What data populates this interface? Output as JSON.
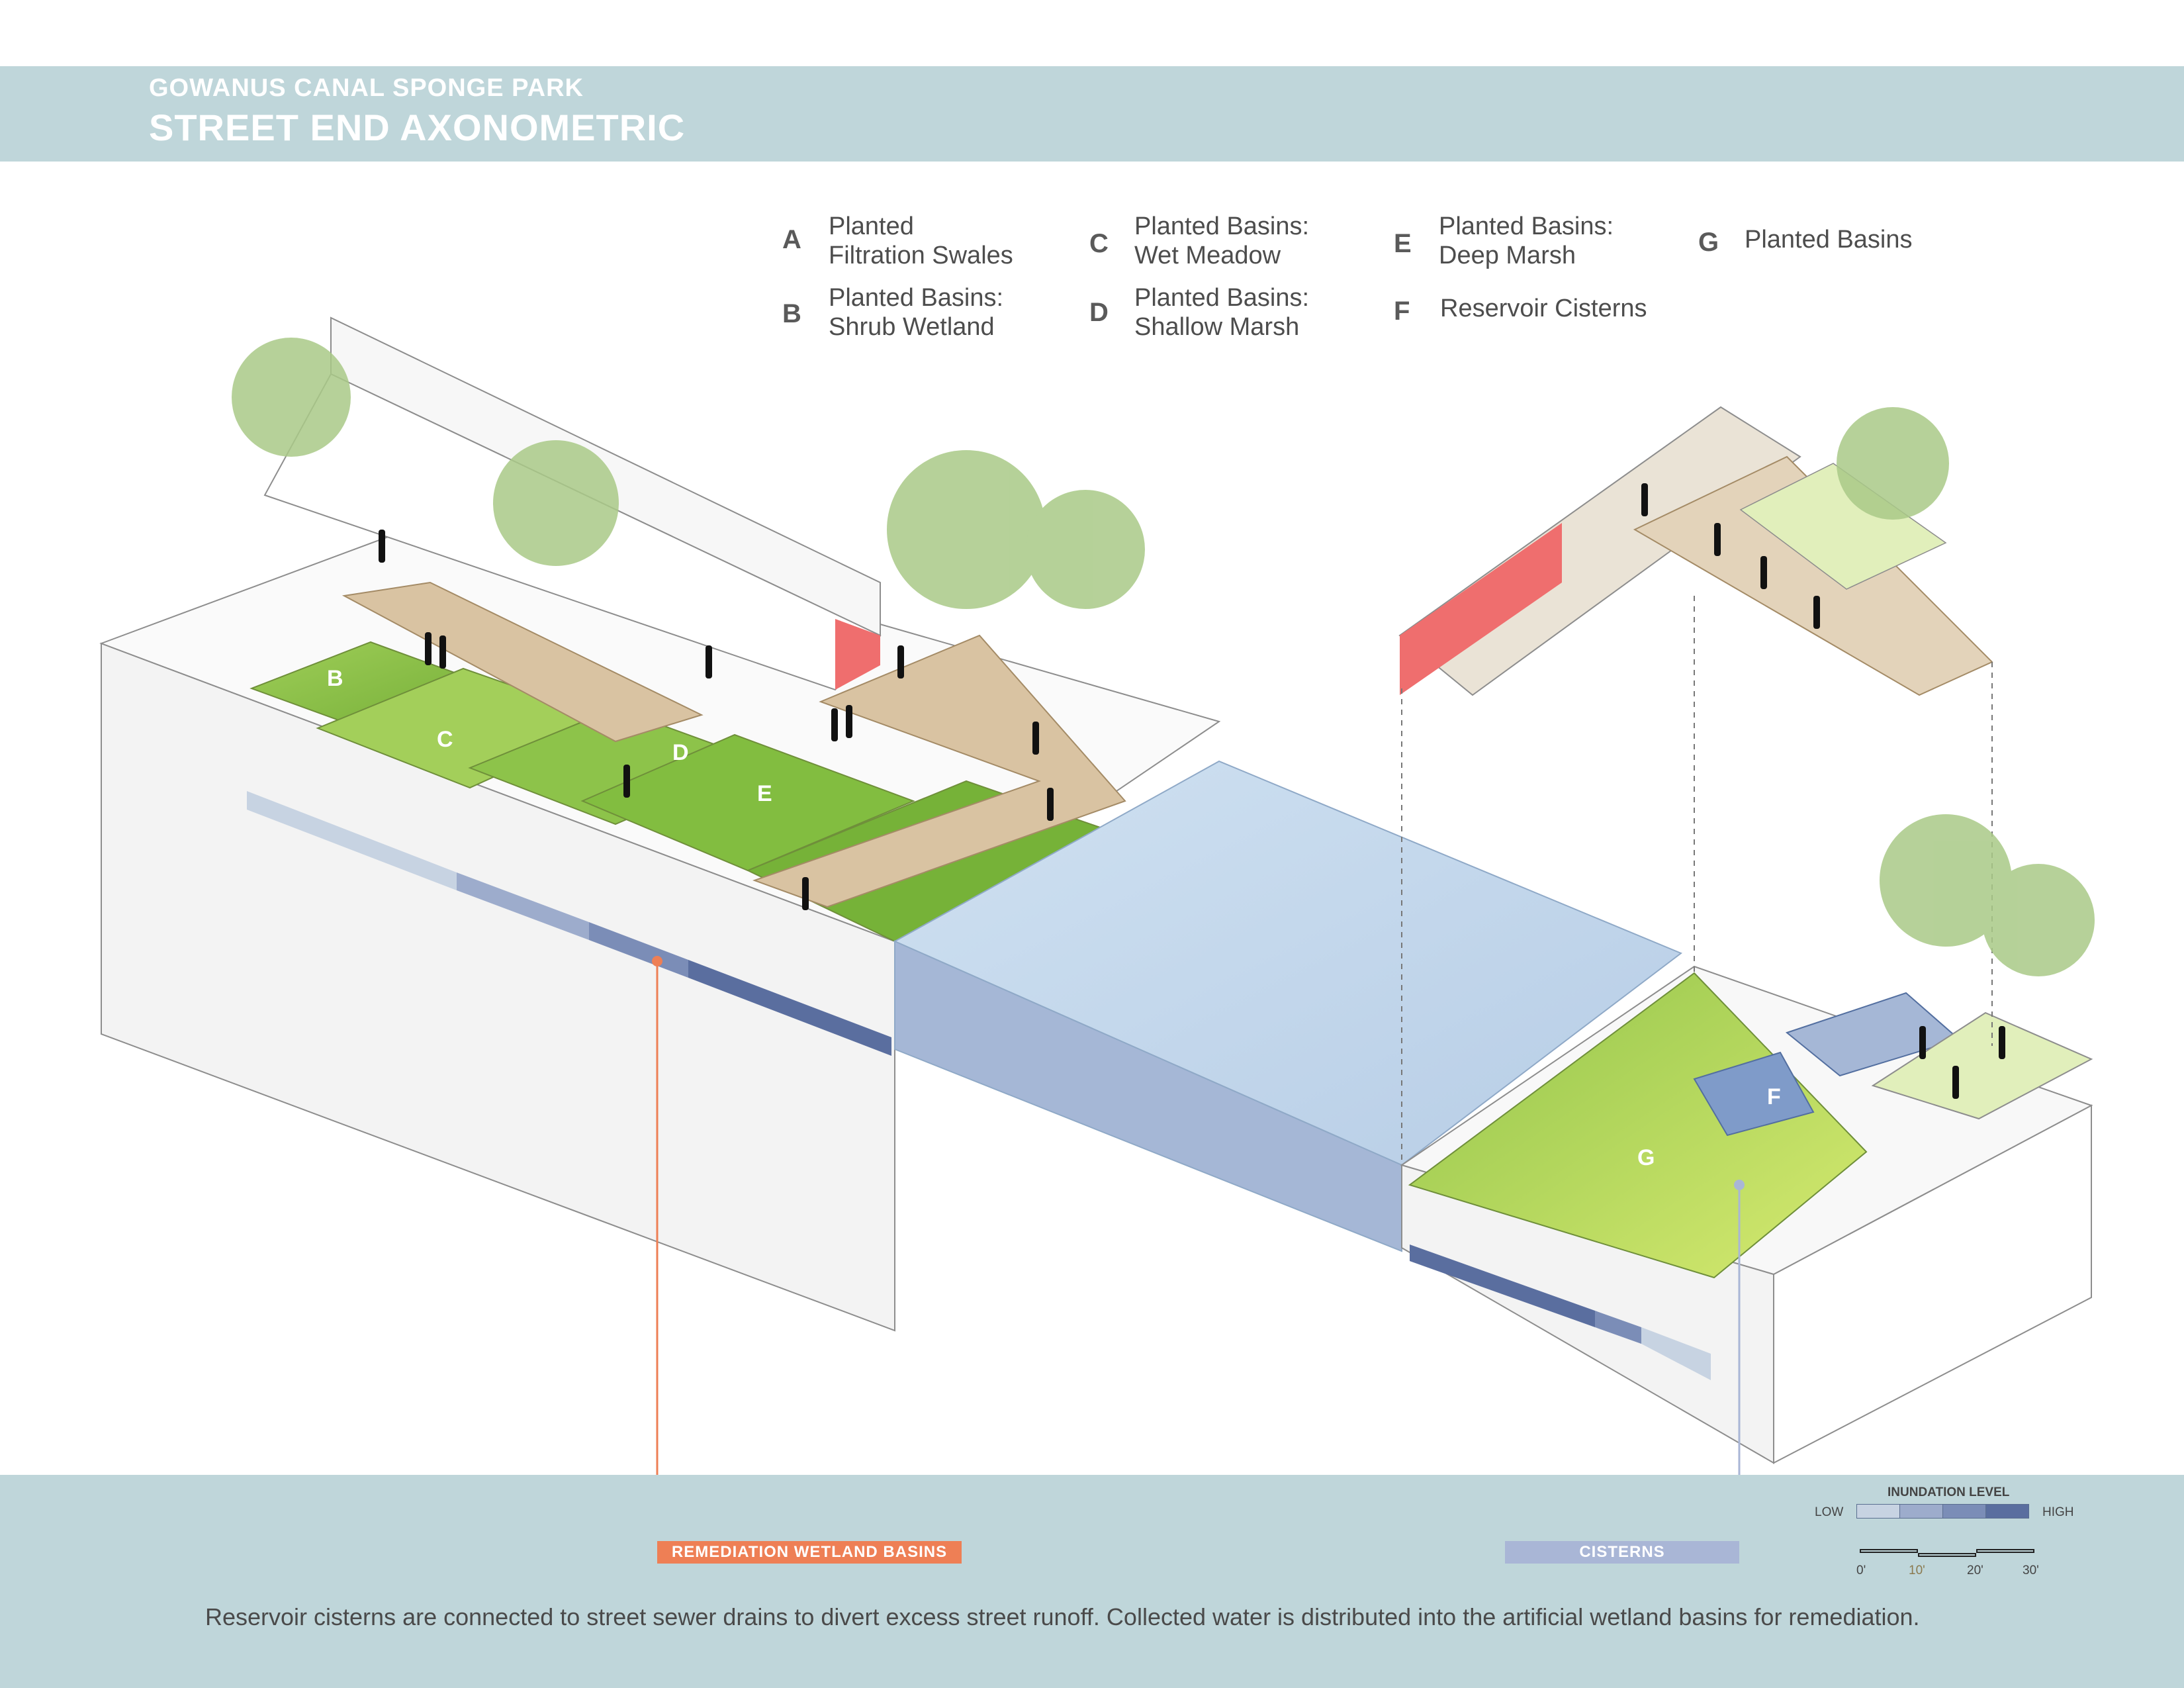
{
  "header": {
    "subtitle": "GOWANUS CANAL SPONGE PARK",
    "title": "STREET END AXONOMETRIC"
  },
  "legend": [
    {
      "letter": "A",
      "text": "Planted\nFiltration Swales"
    },
    {
      "letter": "B",
      "text": "Planted Basins:\nShrub Wetland"
    },
    {
      "letter": "C",
      "text": "Planted Basins:\nWet Meadow"
    },
    {
      "letter": "D",
      "text": "Planted Basins:\nShallow Marsh"
    },
    {
      "letter": "E",
      "text": "Planted Basins:\nDeep Marsh"
    },
    {
      "letter": "F",
      "text": "Reservoir Cisterns"
    },
    {
      "letter": "G",
      "text": "Planted Basins"
    }
  ],
  "diagram_labels": [
    "B",
    "C",
    "D",
    "E",
    "F",
    "G"
  ],
  "callouts": {
    "wetland": "REMEDIATION WETLAND BASINS",
    "cisterns": "CISTERNS"
  },
  "inundation": {
    "title": "INUNDATION LEVEL",
    "low": "LOW",
    "high": "HIGH",
    "colors": [
      "#c7d3e2",
      "#9daccc",
      "#7b8db7",
      "#5a6e9f"
    ]
  },
  "scale": [
    "0'",
    "10'",
    "20'",
    "30'"
  ],
  "caption": "Reservoir cisterns are connected to street sewer drains to divert excess street runoff.  Collected water is distributed into the artificial wetland basins for remediation.",
  "colors": {
    "band": "#bfd6da",
    "wetland_accent": "#ee7f55",
    "cistern_accent": "#a9b6d6",
    "water": "#c9dcee",
    "grass": "#8dc34a",
    "deck": "#d9c3a2",
    "red_wall": "#ef6e6e"
  }
}
